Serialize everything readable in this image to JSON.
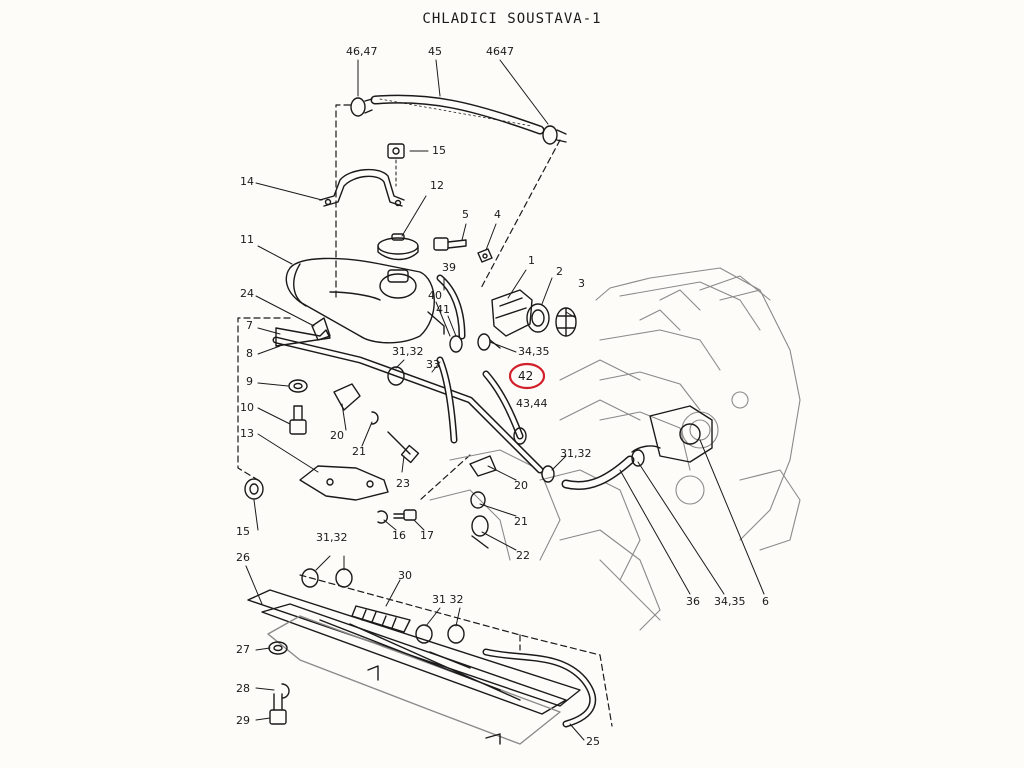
{
  "title": "CHLADICI SOUSTAVA-1",
  "colors": {
    "ink": "#1a1a1a",
    "paper": "#fdfcf9",
    "faint": "#8a8a8a",
    "highlight": "#d2202a"
  },
  "highlighted_callout": "42",
  "callouts": {
    "c1": "1",
    "c2": "2",
    "c3": "3",
    "c4": "4",
    "c5": "5",
    "c6": "6",
    "c7": "7",
    "c8": "8",
    "c9": "9",
    "c10": "10",
    "c11": "11",
    "c12": "12",
    "c13": "13",
    "c14": "14",
    "c15a": "15",
    "c15b": "15",
    "c16": "16",
    "c17": "17",
    "c20a": "20",
    "c20b": "20",
    "c21a": "21",
    "c21b": "21",
    "c22": "22",
    "c23": "23",
    "c24": "24",
    "c25": "25",
    "c26": "26",
    "c27": "27",
    "c28": "28",
    "c29": "29",
    "c30": "30",
    "c3132a": "31,32",
    "c3132b": "31,32",
    "c3132c": "31,32",
    "c3132d": "31 32",
    "c33": "33",
    "c3435a": "34,35",
    "c3435b": "34,35",
    "c36": "36",
    "c39": "39",
    "c40": "40",
    "c41": "41",
    "c42": "42",
    "c4344": "43,44",
    "c45": "45",
    "c4647a": "46,47",
    "c4647b": "4647"
  }
}
